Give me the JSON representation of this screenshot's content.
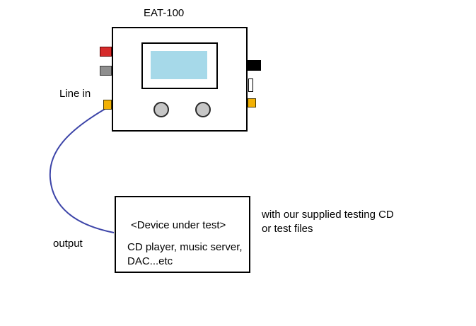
{
  "diagram": {
    "device": {
      "title": "EAT-100",
      "line_in_label": "Line in"
    },
    "dut": {
      "title": "<Device under test>",
      "description_line1": "CD player, music server,",
      "description_line2": "DAC...etc"
    },
    "labels": {
      "output": "output",
      "note_line1": "with our supplied testing CD",
      "note_line2": "or test files"
    },
    "connectors": {
      "left": [
        "red",
        "gray",
        "yellow"
      ],
      "right": [
        "black",
        "white",
        "yellow"
      ]
    },
    "colors": {
      "screen": "#a6d9e9",
      "red": "#d62b2b",
      "gray": "#8f8f8f",
      "yellow": "#f2b105",
      "black": "#000000",
      "white": "#ffffff",
      "knob": "#c6c6c6",
      "cable": "#3c44a8"
    }
  }
}
